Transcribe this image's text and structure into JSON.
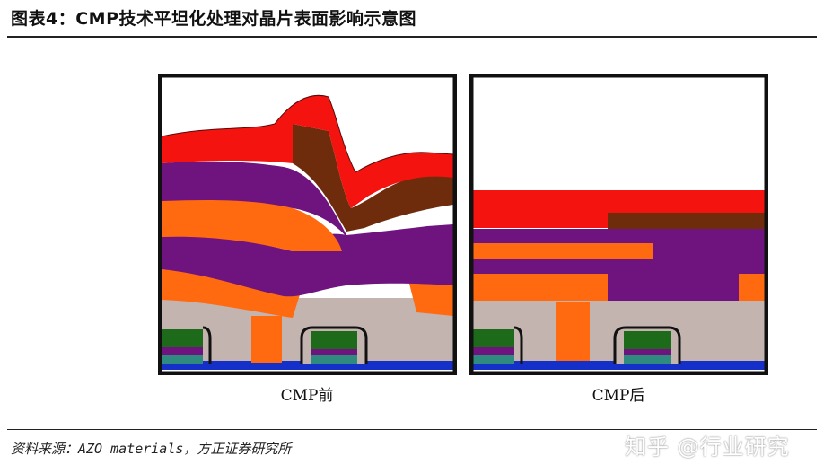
{
  "title": "图表4：CMP技术平坦化处理对晶片表面影响示意图",
  "captions": {
    "before": "CMP前",
    "after": "CMP后"
  },
  "source": "资料来源：AZO materials，方正证券研究所",
  "watermark": "知乎 @行业研究",
  "colors": {
    "red": "#f5130f",
    "brown": "#6e2c0c",
    "purple": "#6f137f",
    "orange": "#ff6a10",
    "gray": "#c4b4b0",
    "green": "#1c6a1a",
    "teal": "#2f8a80",
    "blue": "#1430c8",
    "black": "#111111"
  }
}
